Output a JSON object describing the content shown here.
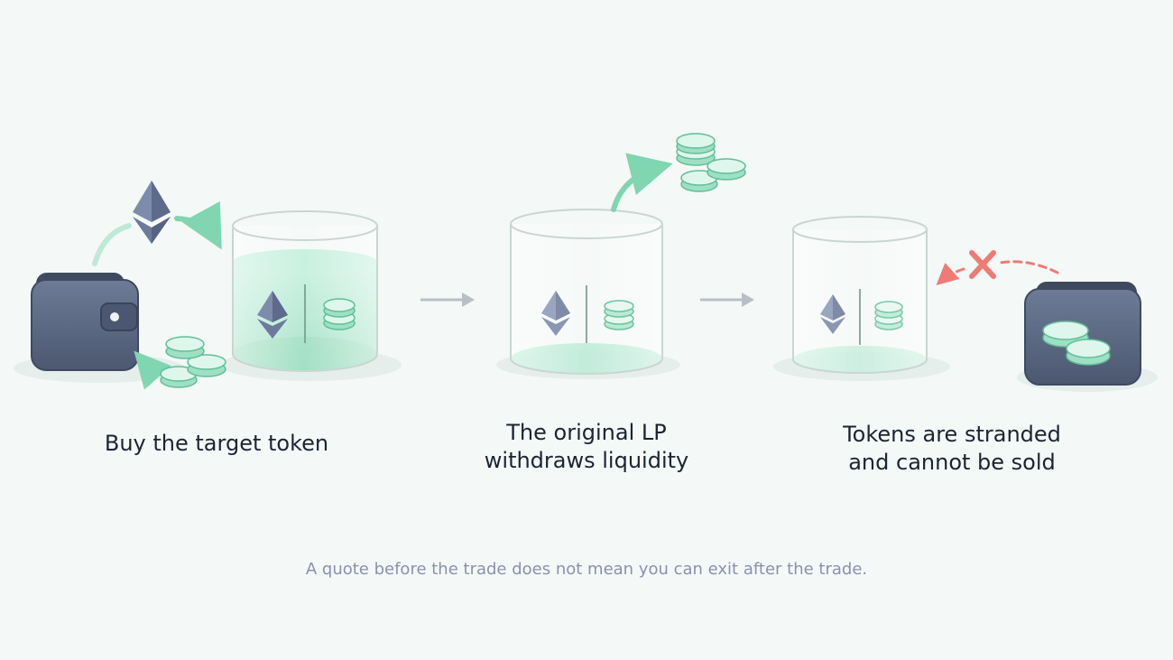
{
  "steps": [
    {
      "caption_lines": [
        "Buy the target token"
      ]
    },
    {
      "caption_lines": [
        "The original LP",
        "withdraws liquidity"
      ]
    },
    {
      "caption_lines": [
        "Tokens are stranded",
        "and cannot be sold"
      ]
    }
  ],
  "footnote": "A quote before the trade does not mean you can exit after the trade.",
  "pools": [
    {
      "liquidity_level": "full"
    },
    {
      "liquidity_level": "low"
    },
    {
      "liquidity_level": "low"
    }
  ],
  "icons": [
    "wallet-icon",
    "ethereum-icon",
    "token-coins-icon",
    "arrow-right-icon",
    "x-mark-icon"
  ],
  "colors": {
    "background": "#f4f8f7",
    "liquidity": "#a7e6cc",
    "accent_green": "#7fd6b0",
    "eth": "#6c7a9c",
    "wallet": "#5d6b86",
    "blocked": "#ef7b74",
    "text": "#1d2433",
    "footnote": "#8b91ad"
  }
}
